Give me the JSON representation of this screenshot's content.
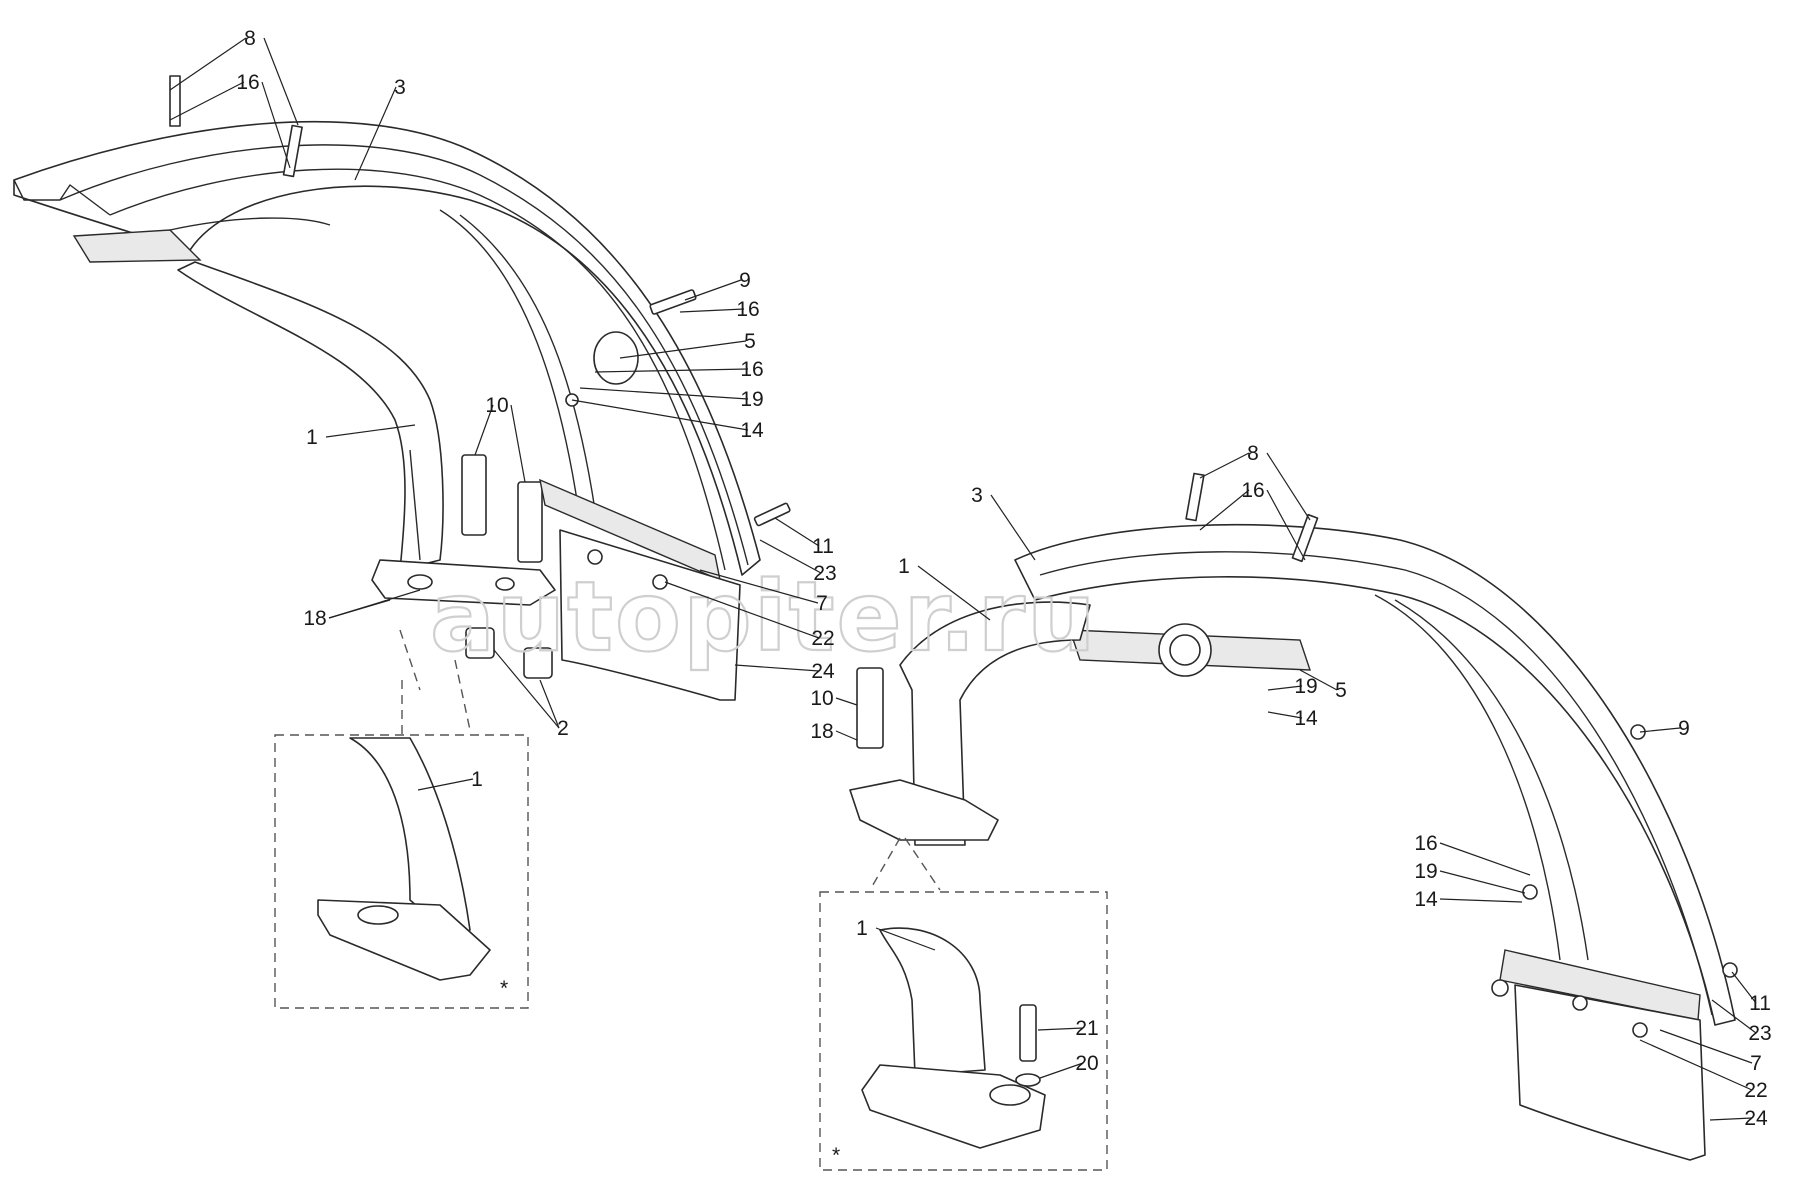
{
  "watermark": "autopiter.ru",
  "detail_marker": "*",
  "left_assembly": {
    "labels": [
      "8",
      "16",
      "3",
      "9",
      "16",
      "5",
      "16",
      "19",
      "14",
      "10",
      "1",
      "11",
      "23",
      "7",
      "22",
      "24",
      "18",
      "2"
    ]
  },
  "left_detail": {
    "labels": [
      "1"
    ]
  },
  "right_assembly": {
    "labels": [
      "8",
      "16",
      "3",
      "1",
      "19",
      "5",
      "14",
      "10",
      "18",
      "9",
      "16",
      "19",
      "14",
      "11",
      "23",
      "7",
      "22",
      "24"
    ]
  },
  "right_detail": {
    "labels": [
      "1",
      "21",
      "20"
    ]
  }
}
